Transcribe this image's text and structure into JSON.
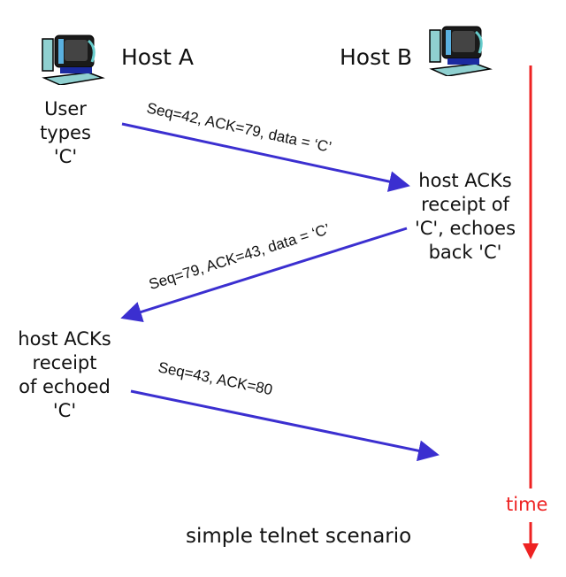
{
  "hosts": {
    "a": {
      "label": "Host A",
      "icon": "computer-icon"
    },
    "b": {
      "label": "Host B",
      "icon": "computer-icon"
    }
  },
  "notes": {
    "user_types": [
      "User",
      "types",
      "'C'"
    ],
    "host_b_acks": [
      "host ACKs",
      "receipt of",
      "'C', echoes",
      "back 'C'"
    ],
    "host_a_acks": [
      "host ACKs",
      "receipt",
      "of echoed",
      "'C'"
    ]
  },
  "messages": [
    {
      "label": "Seq=42, ACK=79, data = ‘C’",
      "direction": "A-to-B"
    },
    {
      "label": "Seq=79, ACK=43, data = ‘C’",
      "direction": "B-to-A"
    },
    {
      "label": "Seq=43, ACK=80",
      "direction": "A-to-B"
    }
  ],
  "timeline": {
    "label": "time",
    "color": "#ee2222"
  },
  "arrow_color": "#3b2fd0",
  "caption": "simple telnet scenario"
}
